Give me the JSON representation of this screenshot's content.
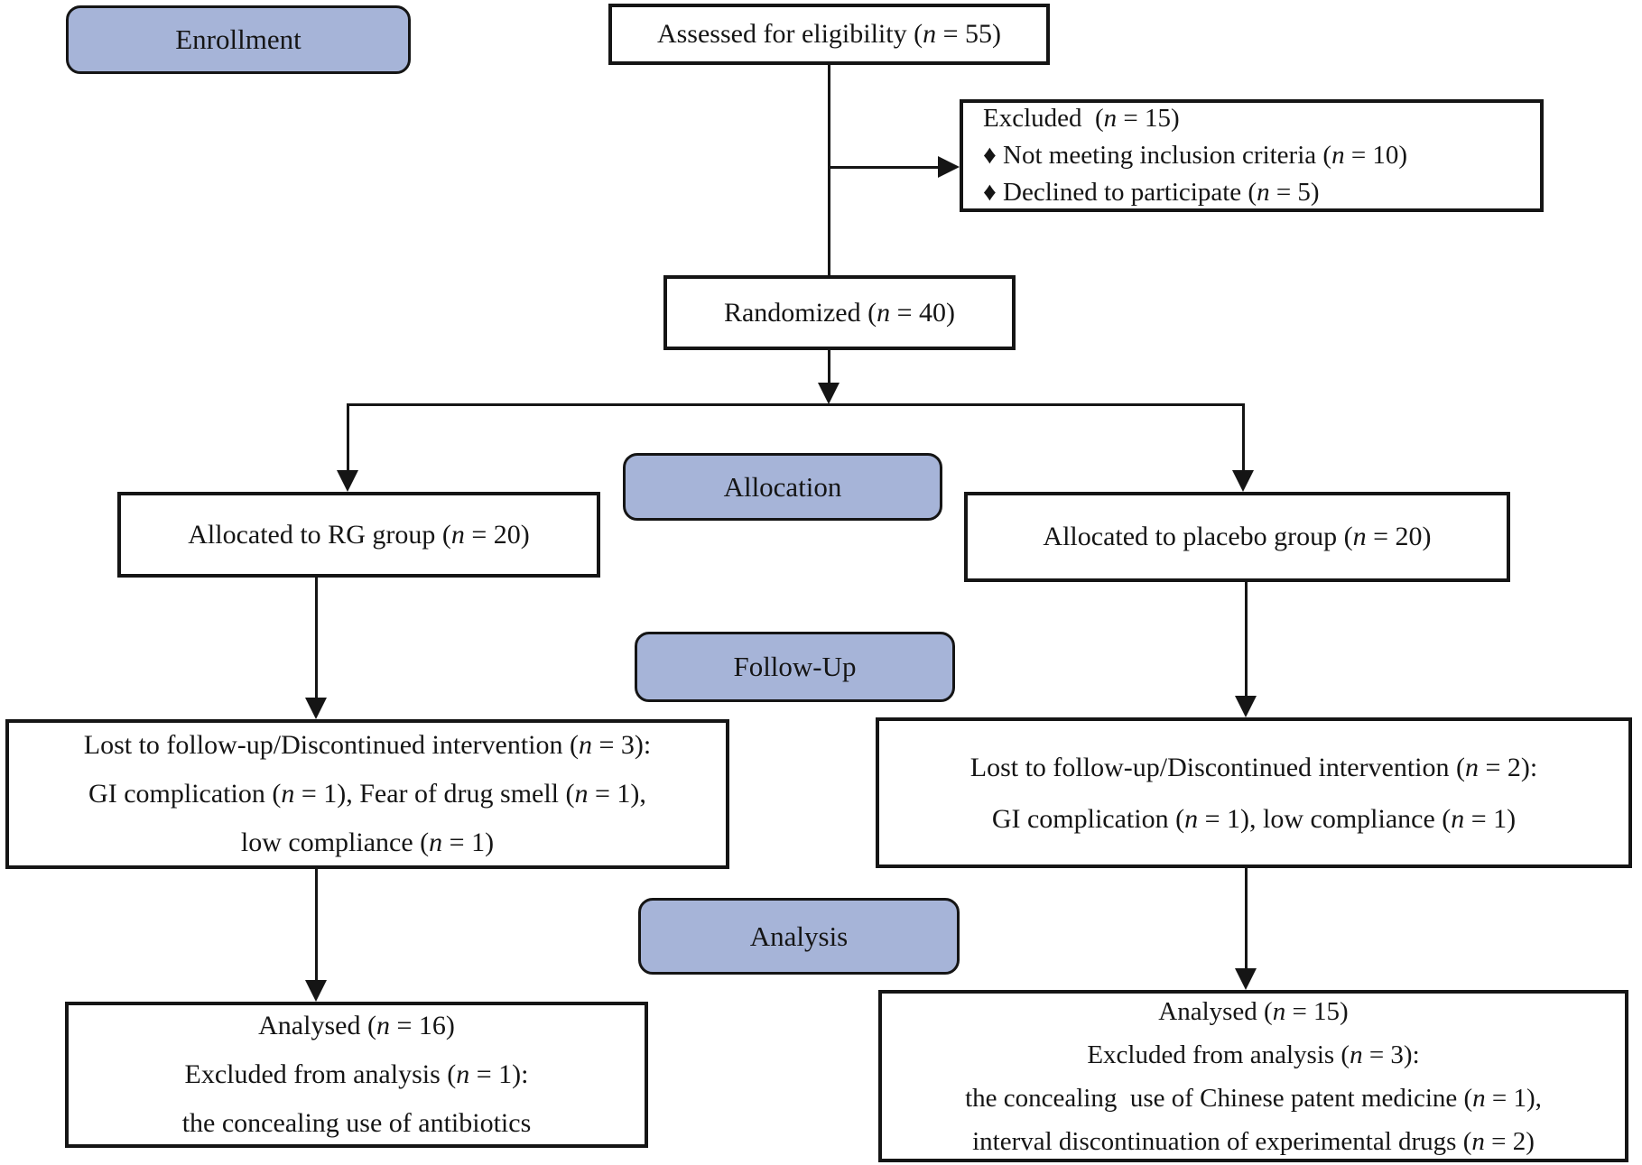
{
  "stages": {
    "enrollment": "Enrollment",
    "allocation": "Allocation",
    "followup": "Follow-Up",
    "analysis": "Analysis"
  },
  "boxes": {
    "assessed": {
      "lines": [
        "Assessed for eligibility (n = 55)"
      ]
    },
    "excluded": {
      "lines": [
        "Excluded  (n = 15)",
        "♦ Not meeting inclusion criteria (n = 10)",
        "♦ Declined to participate (n = 5)"
      ]
    },
    "randomized": {
      "lines": [
        "Randomized (n = 40)"
      ]
    },
    "allocated_rg": {
      "lines": [
        "Allocated to RG group (n = 20)"
      ]
    },
    "allocated_placebo": {
      "lines": [
        "Allocated to placebo group (n = 20)"
      ]
    },
    "lost_rg": {
      "lines": [
        "Lost to follow-up/Discontinued intervention (n = 3):",
        "GI complication (n = 1), Fear of drug smell (n = 1),",
        "low compliance (n = 1)"
      ]
    },
    "lost_placebo": {
      "lines": [
        "Lost to follow-up/Discontinued intervention (n = 2):",
        "GI complication (n = 1), low compliance (n = 1)"
      ]
    },
    "analysed_rg": {
      "lines": [
        "Analysed (n = 16)",
        "Excluded from analysis (n = 1):",
        "the concealing use of antibiotics"
      ]
    },
    "analysed_placebo": {
      "lines": [
        "Analysed (n = 15)",
        "Excluded from analysis (n = 3):",
        "the concealing  use of Chinese patent medicine (n = 1),",
        "interval discontinuation of experimental drugs (n = 2)"
      ]
    }
  },
  "colors": {
    "stage_fill": "#a6b4d8",
    "box_fill": "#ffffff",
    "line": "#151515"
  }
}
